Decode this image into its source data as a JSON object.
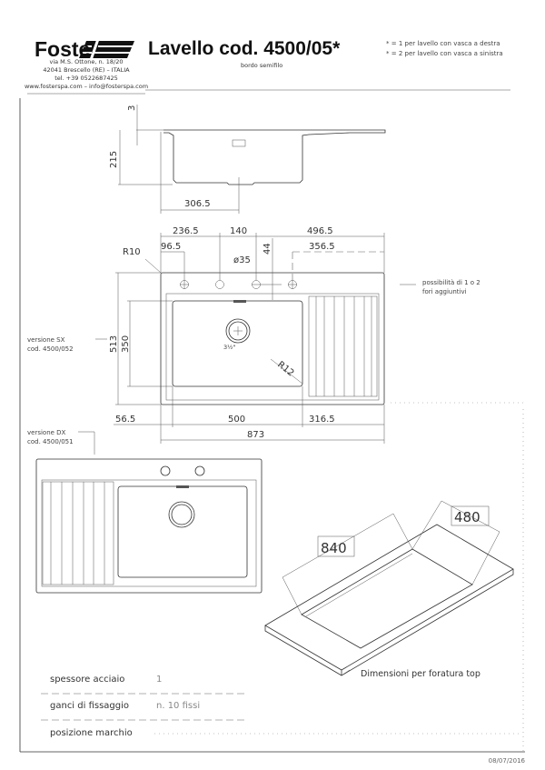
{
  "header": {
    "brand": "Foster",
    "title": "Lavello cod. 4500/05*",
    "subtitle": "bordo semifilo",
    "notes": [
      "* = 1 per lavello con vasca a destra",
      "* = 2 per lavello con vasca a sinistra"
    ],
    "contact": [
      "via M.S. Ottone, n. 18/20",
      "42041 Brescello (RE) – ITALIA",
      "tel. +39 0522687425",
      "www.fosterspa.com – info@fosterspa.com"
    ]
  },
  "side_view": {
    "dims": {
      "thickness": "3",
      "depth": "215",
      "offset": "306.5"
    }
  },
  "top_view": {
    "dims": {
      "d1": "236.5",
      "d2": "140",
      "d3": "496.5",
      "d4": "96.5",
      "d5": "356.5",
      "d6": "44",
      "r10": "R10",
      "hole": "ø35",
      "height": "513",
      "bowl_height": "350",
      "r12": "R12",
      "left": "56.5",
      "bowl_width": "500",
      "right": "316.5",
      "total": "873",
      "drain": "3½\""
    },
    "version_label": [
      "versione SX",
      "cod. 4500/052"
    ],
    "holes_note": [
      "possibilità di 1 o 2",
      "fori aggiuntivi"
    ]
  },
  "dx_view": {
    "version_label": [
      "versione DX",
      "cod. 4500/051"
    ]
  },
  "cutout": {
    "length": "840",
    "width": "480",
    "caption": "Dimensioni per foratura top"
  },
  "specs": [
    {
      "label": "spessore acciaio",
      "value": "1"
    },
    {
      "label": "ganci di fissaggio",
      "value": "n. 10 fissi"
    },
    {
      "label": "posizione marchio",
      "value": ""
    }
  ],
  "date": "08/07/2016"
}
